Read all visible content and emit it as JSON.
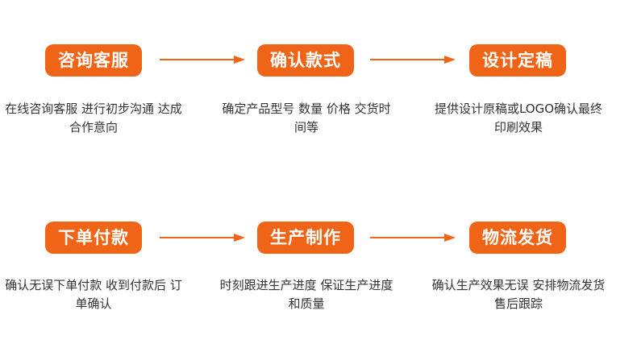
{
  "accent_color": "#f06418",
  "arrow_color": "#f06418",
  "row1": {
    "steps": [
      {
        "label": "咨询客服",
        "description": "在线咨询客服 进行初步沟通 达成合作意向"
      },
      {
        "label": "确认款式",
        "description": "确定产品型号 数量 价格 交货时间等"
      },
      {
        "label": "设计定稿",
        "description": "提供设计原稿或LOGO确认最终印刷效果"
      }
    ]
  },
  "row2": {
    "steps": [
      {
        "label": "下单付款",
        "description": "确认无误下单付款 收到付款后 订单确认"
      },
      {
        "label": "生产制作",
        "description": "时刻跟进生产进度 保证生产进度和质量"
      },
      {
        "label": "物流发货",
        "description": "确认生产效果无误 安排物流发货 售后跟踪"
      }
    ]
  }
}
